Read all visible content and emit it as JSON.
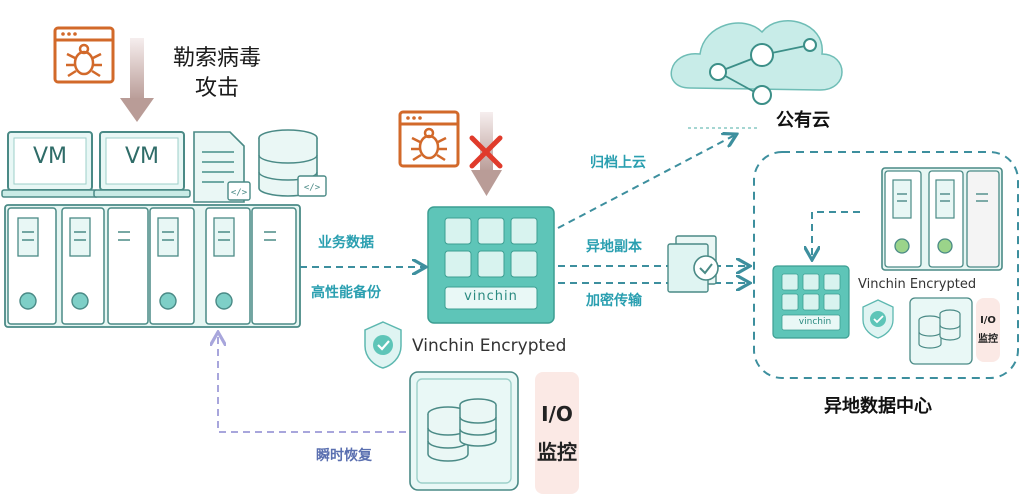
{
  "attack": {
    "label_line1": "勒索病毒",
    "label_line2": "攻击"
  },
  "left_cluster": {
    "vm1_label": "VM",
    "vm2_label": "VM"
  },
  "flows": {
    "business_data": "业务数据",
    "high_perf_backup": "高性能备份",
    "archive_to_cloud": "归档上云",
    "offsite_copy": "异地副本",
    "encrypted_transfer": "加密传输",
    "instant_recovery": "瞬时恢复"
  },
  "center": {
    "brand_label": "vinchin",
    "encrypted_label": "Vinchin Encrypted",
    "io_monitor_line1": "I/O",
    "io_monitor_line2": "监控"
  },
  "cloud": {
    "label": "公有云"
  },
  "remote_dc": {
    "label": "异地数据中心",
    "brand_label": "vinchin",
    "encrypted_label": "Vinchin Encrypted",
    "io_monitor_line1": "I/O",
    "io_monitor_line2": "监控"
  },
  "colors": {
    "teal": "#2a9fb0",
    "teal_light": "#dff4f2",
    "teal_border": "#5db8b0",
    "bug_orange": "#d2692a",
    "red_x": "#e03b2b",
    "purple_dash": "#a8a6dc",
    "io_bg": "#fbe9e5"
  }
}
